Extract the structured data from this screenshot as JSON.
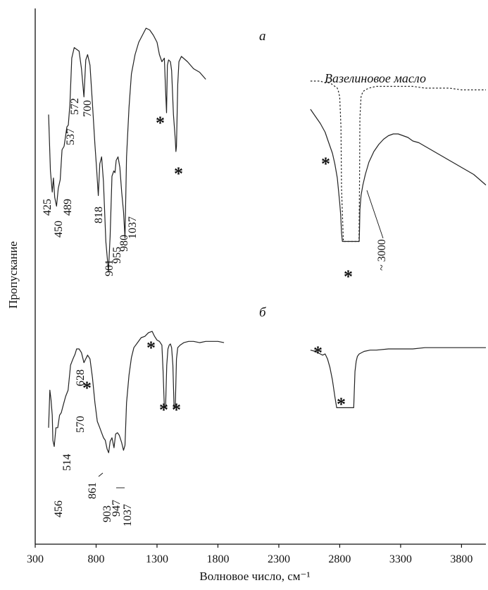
{
  "chart_data": {
    "type": "line",
    "xlabel": "Волновое число, см⁻¹",
    "ylabel": "Пропускание",
    "xlim": [
      300,
      4000
    ],
    "x_ticks": [
      "300",
      "800",
      "1300",
      "1800",
      "2300",
      "2800",
      "3300",
      "3800"
    ],
    "x_tick_values": [
      300,
      800,
      1300,
      1800,
      2300,
      2800,
      3300,
      3800
    ],
    "grid": false,
    "legend": {
      "text": "Вазелиновое масло",
      "style": "dashed"
    },
    "panels": [
      {
        "label": "а",
        "series": [
          {
            "style": "solid",
            "x": [
              410,
              425,
              440,
              450,
              460,
              475,
              489,
              505,
              520,
              537,
              550,
              560,
              572,
              585,
              600,
              620,
              640,
              660,
              680,
              700,
              715,
              730,
              750,
              770,
              790,
              805,
              818,
              830,
              845,
              860,
              880,
              901,
              915,
              930,
              945,
              955,
              965,
              980,
              995,
              1010,
              1025,
              1037,
              1050,
              1070,
              1090,
              1120,
              1150,
              1180,
              1210,
              1240,
              1270,
              1300,
              1320,
              1340,
              1360,
              1370,
              1378,
              1385,
              1395,
              1410,
              1420,
              1435,
              1450,
              1455,
              1460,
              1470,
              1480,
              1500,
              1550,
              1600,
              1650,
              1700
            ],
            "y": [
              0.62,
              0.3,
              0.18,
              0.26,
              0.15,
              0.1,
              0.2,
              0.25,
              0.42,
              0.44,
              0.5,
              0.55,
              0.56,
              0.68,
              0.94,
              1.0,
              0.99,
              0.98,
              0.88,
              0.72,
              0.93,
              0.96,
              0.9,
              0.68,
              0.45,
              0.3,
              0.16,
              0.34,
              0.38,
              0.24,
              -0.1,
              -0.27,
              -0.07,
              0.27,
              0.3,
              0.29,
              0.36,
              0.38,
              0.32,
              0.18,
              0.07,
              -0.08,
              0.38,
              0.66,
              0.85,
              0.96,
              1.03,
              1.07,
              1.11,
              1.1,
              1.07,
              1.03,
              0.96,
              0.92,
              0.94,
              0.76,
              0.63,
              0.9,
              0.93,
              0.92,
              0.87,
              0.62,
              0.48,
              0.41,
              0.44,
              0.79,
              0.92,
              0.95,
              0.92,
              0.88,
              0.86,
              0.82
            ]
          },
          {
            "style": "solid",
            "x": [
              2560,
              2600,
              2640,
              2680,
              2700,
              2720,
              2740,
              2760,
              2780,
              2790,
              2800,
              2808,
              2815,
              2822,
              2830,
              2840,
              2860,
              2880,
              2900,
              2920,
              2940,
              2955,
              2960,
              2962,
              2966,
              2975,
              2990,
              3010,
              3040,
              3080,
              3120,
              3160,
              3200,
              3240,
              3280,
              3320,
              3360,
              3400,
              3450,
              3500,
              3550,
              3600,
              3650,
              3700,
              3750,
              3800,
              3850,
              3900,
              3950,
              4000
            ],
            "y": [
              0.65,
              0.61,
              0.57,
              0.52,
              0.48,
              0.44,
              0.4,
              0.34,
              0.26,
              0.19,
              0.12,
              0.05,
              -0.05,
              -0.1,
              -0.1,
              -0.1,
              -0.1,
              -0.1,
              -0.1,
              -0.1,
              -0.1,
              -0.1,
              -0.1,
              -0.04,
              0.08,
              0.16,
              0.22,
              0.28,
              0.35,
              0.41,
              0.45,
              0.48,
              0.5,
              0.51,
              0.51,
              0.5,
              0.49,
              0.47,
              0.46,
              0.44,
              0.42,
              0.4,
              0.38,
              0.36,
              0.34,
              0.32,
              0.3,
              0.28,
              0.25,
              0.22
            ]
          },
          {
            "name": "Вазелиновое масло",
            "style": "dashed",
            "x": [
              2560,
              2600,
              2640,
              2680,
              2700,
              2720,
              2740,
              2760,
              2780,
              2790,
              2800,
              2810,
              2815,
              2830,
              2850,
              2880,
              2910,
              2940,
              2958,
              2962,
              2966,
              2975,
              2990,
              3010,
              3040,
              3100,
              3200,
              3300,
              3400,
              3500,
              3600,
              3700,
              3800,
              3900,
              4000
            ],
            "y": [
              0.81,
              0.81,
              0.81,
              0.8,
              0.8,
              0.8,
              0.79,
              0.78,
              0.77,
              0.75,
              0.72,
              0.55,
              0.2,
              -0.1,
              -0.1,
              -0.1,
              -0.1,
              -0.1,
              -0.1,
              0.2,
              0.6,
              0.72,
              0.75,
              0.76,
              0.77,
              0.78,
              0.78,
              0.78,
              0.78,
              0.77,
              0.77,
              0.77,
              0.76,
              0.76,
              0.76
            ]
          }
        ],
        "annotations": [
          "425",
          "450",
          "489",
          "537",
          "572",
          "700",
          "818",
          "901",
          "955",
          "980",
          "1037",
          "~ 3000"
        ]
      },
      {
        "label": "б",
        "series": [
          {
            "style": "solid",
            "x": [
              410,
              420,
              430,
              440,
              445,
              456,
              470,
              485,
              500,
              514,
              530,
              550,
              570,
              590,
              610,
              628,
              640,
              660,
              680,
              700,
              710,
              730,
              750,
              770,
              790,
              810,
              830,
              845,
              861,
              875,
              890,
              903,
              915,
              930,
              947,
              960,
              975,
              990,
              1010,
              1025,
              1037,
              1050,
              1070,
              1090,
              1110,
              1140,
              1170,
              1200,
              1230,
              1260,
              1280,
              1300,
              1320,
              1340,
              1350,
              1360,
              1370,
              1380,
              1390,
              1400,
              1410,
              1420,
              1430,
              1440,
              1450,
              1460,
              1470,
              1490,
              1520,
              1560,
              1600,
              1650,
              1700,
              1750,
              1800,
              1850
            ],
            "y": [
              0.3,
              0.6,
              0.52,
              0.4,
              0.2,
              0.15,
              0.3,
              0.3,
              0.4,
              0.42,
              0.48,
              0.55,
              0.6,
              0.8,
              0.85,
              0.89,
              0.93,
              0.93,
              0.9,
              0.82,
              0.84,
              0.88,
              0.85,
              0.7,
              0.5,
              0.35,
              0.3,
              0.26,
              0.22,
              0.2,
              0.13,
              0.1,
              0.19,
              0.22,
              0.14,
              0.25,
              0.26,
              0.24,
              0.18,
              0.12,
              0.16,
              0.5,
              0.72,
              0.86,
              0.94,
              0.98,
              1.02,
              1.03,
              1.06,
              1.07,
              1.03,
              1.0,
              0.99,
              0.96,
              0.75,
              0.46,
              0.46,
              0.8,
              0.93,
              0.96,
              0.97,
              0.94,
              0.8,
              0.46,
              0.46,
              0.85,
              0.94,
              0.96,
              0.98,
              0.99,
              0.99,
              0.98,
              0.99,
              0.99,
              0.99,
              0.98
            ]
          },
          {
            "style": "solid",
            "x": [
              2560,
              2600,
              2640,
              2660,
              2680,
              2700,
              2720,
              2740,
              2760,
              2775,
              2785,
              2800,
              2820,
              2850,
              2880,
              2900,
              2915,
              2925,
              2935,
              2945,
              2960,
              3000,
              3050,
              3100,
              3200,
              3300,
              3400,
              3500,
              3600,
              3700,
              3800,
              3900,
              4000
            ],
            "y": [
              0.92,
              0.91,
              0.89,
              0.88,
              0.89,
              0.85,
              0.78,
              0.68,
              0.55,
              0.46,
              0.46,
              0.46,
              0.46,
              0.46,
              0.46,
              0.46,
              0.46,
              0.75,
              0.83,
              0.87,
              0.89,
              0.91,
              0.92,
              0.92,
              0.93,
              0.93,
              0.93,
              0.94,
              0.94,
              0.94,
              0.94,
              0.94,
              0.94
            ]
          }
        ],
        "annotations": [
          "456",
          "514",
          "570",
          "628",
          "861",
          "903",
          "947",
          "1037"
        ]
      }
    ],
    "markers": [
      "*",
      "*",
      "*",
      "*",
      "*",
      "*",
      "*",
      "*",
      "*",
      "*"
    ]
  }
}
